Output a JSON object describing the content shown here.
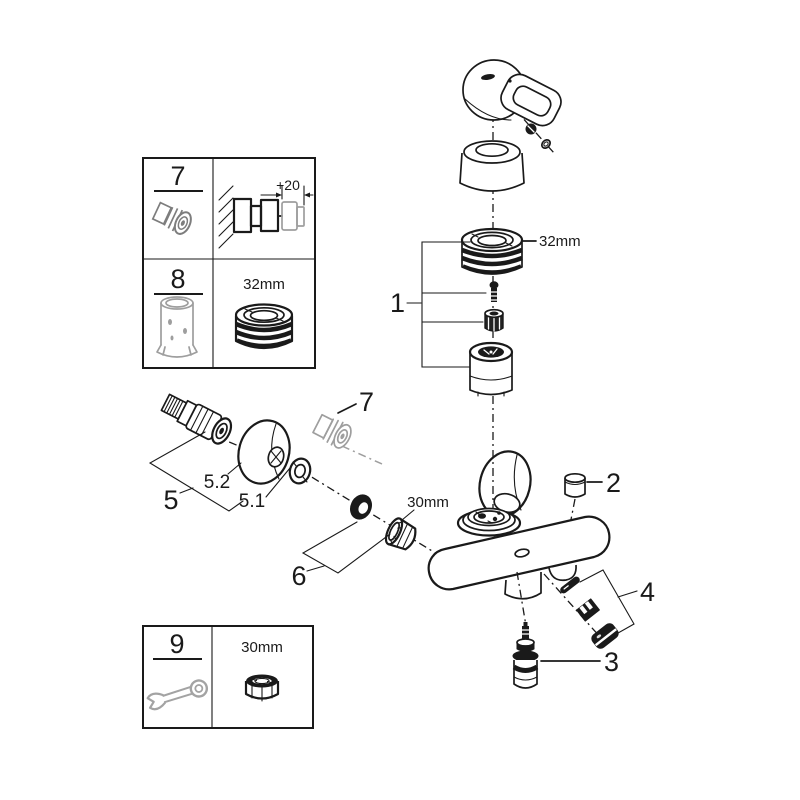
{
  "colors": {
    "ink": "#1a1a1a",
    "muted": "#9e9e9e",
    "background": "#ffffff"
  },
  "exploded_view": {
    "callouts": {
      "handle_group": "1",
      "stop_ring": "2",
      "diverter_cartridge": "3",
      "diverter_kit": "4",
      "union_group": "5",
      "seal_washer": "5.1",
      "wall_escutcheon": "5.2",
      "connection_kit": "6",
      "extension_adapter": "7"
    },
    "dimensions": {
      "cartridge_ring_size": "32mm",
      "union_nut_size": "30mm"
    }
  },
  "inset_accessories": {
    "row_extension": {
      "number": "7",
      "wall_offset": "+20"
    },
    "row_extension_tube": {
      "number": "8",
      "ring_size": "32mm"
    },
    "row_tool": {
      "number": "9",
      "nut_size": "30mm"
    }
  }
}
